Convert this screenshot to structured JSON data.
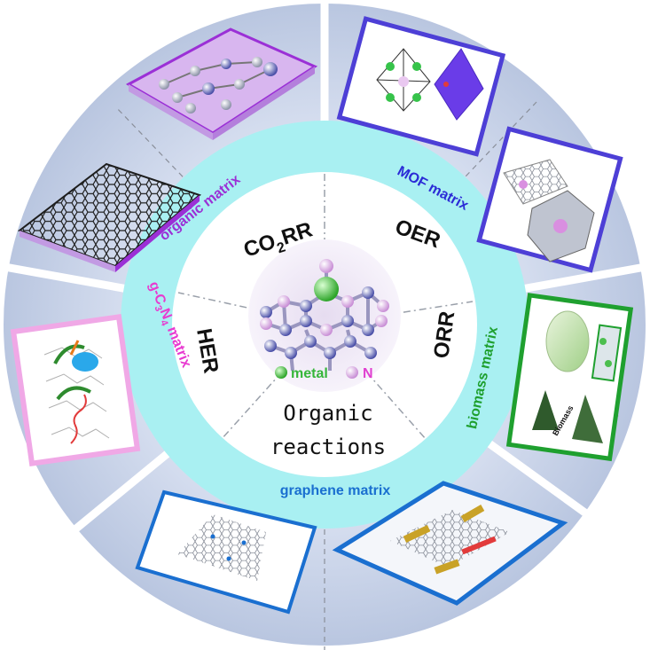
{
  "center": {
    "reactions_line1": "Organic",
    "reactions_line2": "reactions",
    "legend_metal": "metal",
    "legend_n": "N"
  },
  "reactions": {
    "co2rr_main": "CO",
    "co2rr_sub": "2",
    "co2rr_tail": "RR",
    "oer": "OER",
    "her": "HER",
    "orr": "ORR"
  },
  "matrices": {
    "organic": "organic matrix",
    "mof": "MOF matrix",
    "biomass": "biomass matrix",
    "graphene": "graphene matrix",
    "gcn_g": "g-C",
    "gcn_3": "3",
    "gcn_n": "N",
    "gcn_4": "4",
    "gcn_tail": " matrix"
  },
  "images": {
    "biomass_label": "Biomass"
  },
  "colors": {
    "outer_ring": "#c9d3e6",
    "inner_ring": "#a9f0f2",
    "core": "#ffffff",
    "organic": "#9b30d6",
    "mof": "#2b2bd6",
    "biomass": "#1fa02f",
    "graphene": "#1a6fd0",
    "gcn": "#e83ad0"
  }
}
